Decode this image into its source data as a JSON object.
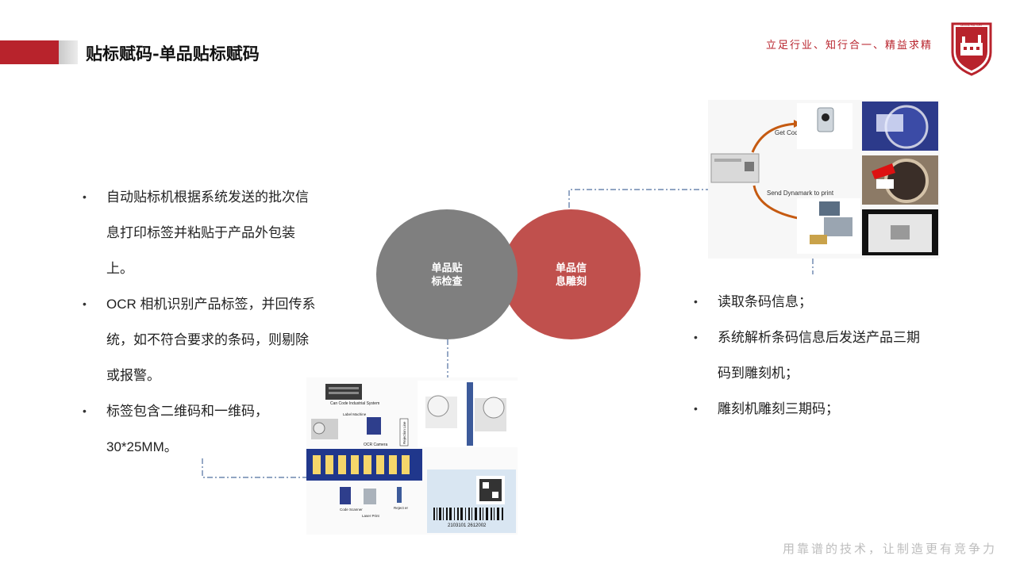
{
  "header": {
    "title": "贴标赋码-单品贴标赋码",
    "slogan": "立足行业、知行合一、精益求精",
    "brand_color": "#b8232c",
    "logo_text": "DIGITAL FACTORY"
  },
  "left_points": [
    "自动贴标机根据系统发送的批次信息打印标签并粘贴于产品外包装上。",
    "OCR 相机识别产品标签，并回传系统，如不符合要求的条码，则剔除或报警。",
    "标签包含二维码和一维码，30*25MM。"
  ],
  "right_points": [
    "读取条码信息；",
    "系统解析条码信息后发送产品三期码到雕刻机；",
    "雕刻机雕刻三期码；"
  ],
  "circles": {
    "left": "单品贴标检查",
    "right": "单品信息雕刻",
    "left_color": "#7f7f7f",
    "right_color": "#c0504d"
  },
  "diagram_top": {
    "get_code": "Get Code Info",
    "send": "Send Dynamark to print"
  },
  "diagram_bottom": {
    "can_code": "Can Code Industrial System",
    "label_machine": "Label Machine",
    "ocr_camera": "OCR Camera",
    "rejection_line": "Rejection Line",
    "code_scanner": "Code Scanner",
    "laser_print": "Laser Print",
    "reject": "Reject er",
    "barcode_digits": "2103101  2612002"
  },
  "footer": {
    "slogan": "用靠谱的技术，让制造更有竞争力"
  }
}
